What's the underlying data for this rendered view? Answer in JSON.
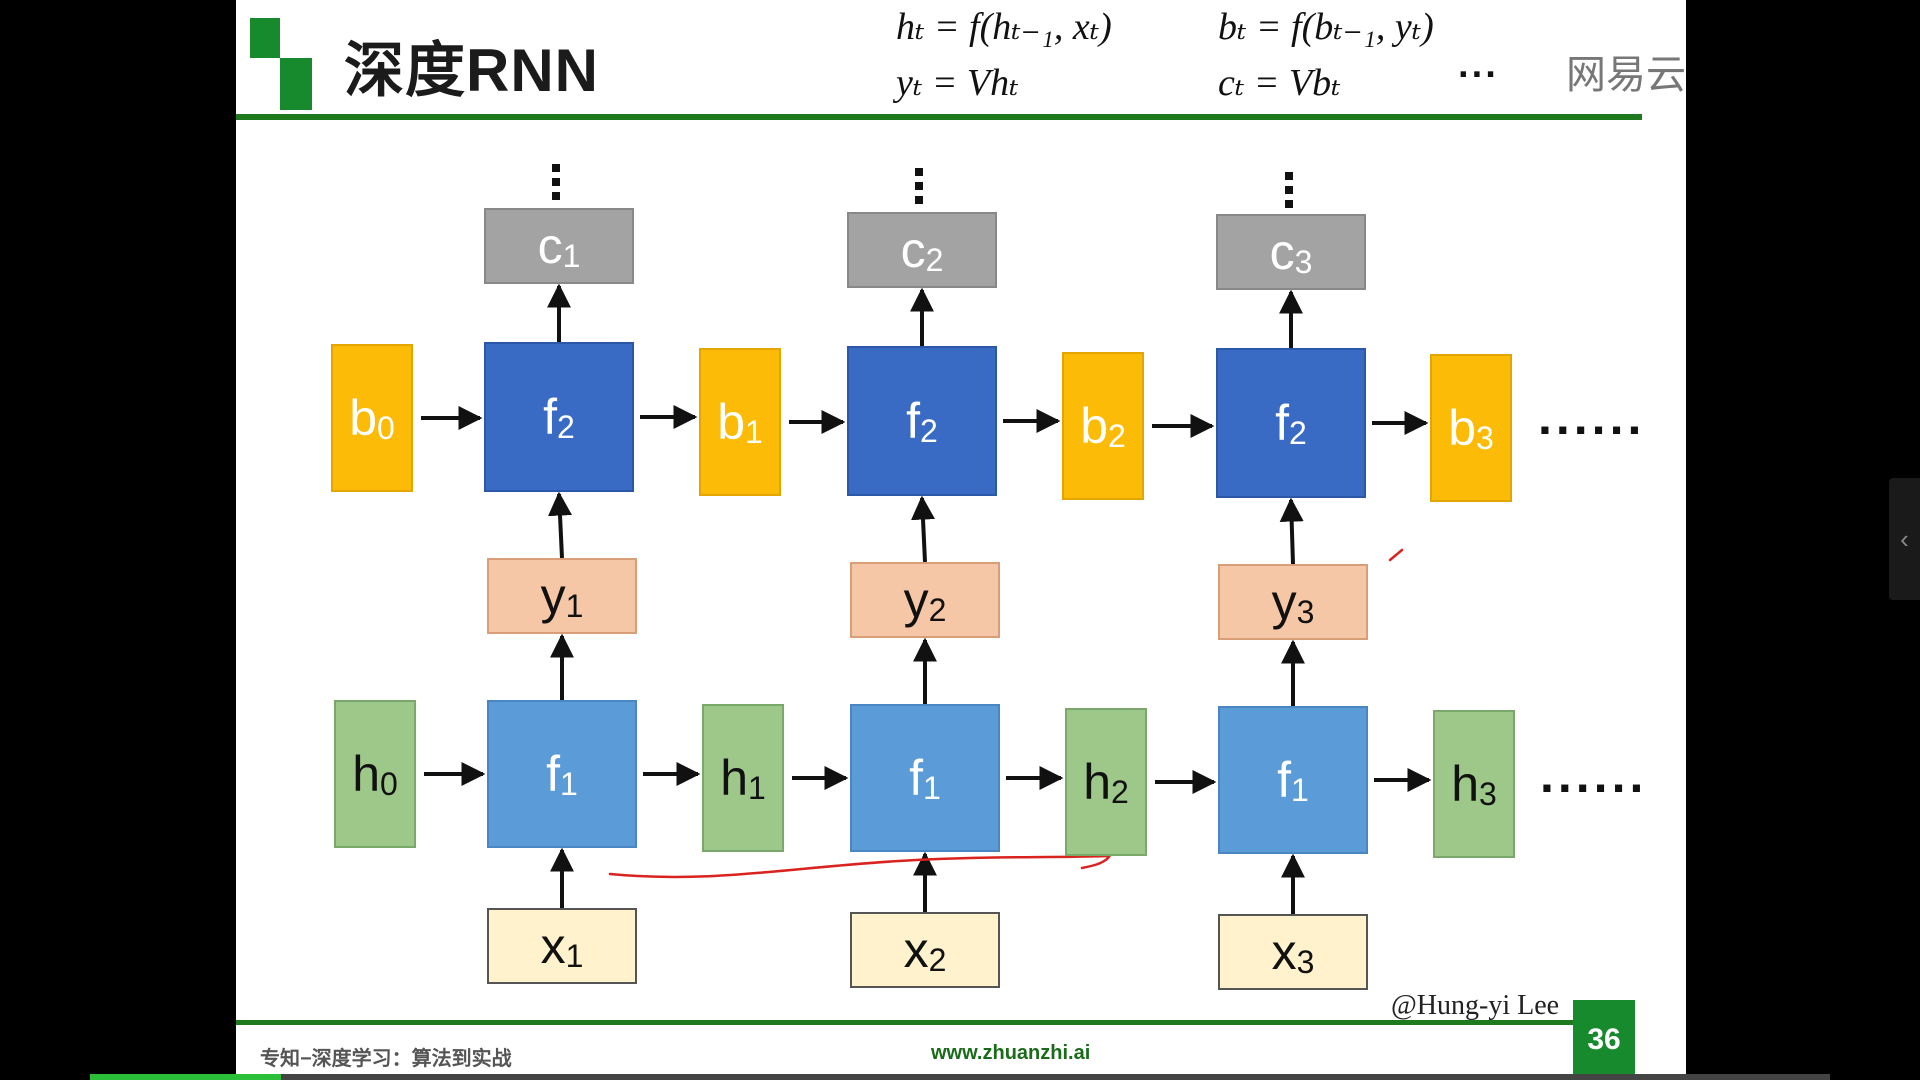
{
  "slide": {
    "title": "深度RNN",
    "equations": {
      "h": "hₜ = f(hₜ₋₁, xₜ)",
      "y": "yₜ = Vhₜ",
      "b": "bₜ = f(bₜ₋₁, yₜ)",
      "c": "cₜ = Vbₜ"
    },
    "watermark": "网易云",
    "credit": "@Hung-yi Lee",
    "page_number": "36",
    "footer_left": "专知−深度学习：算法到实战",
    "footer_mid": "www.zhuanzhi.ai"
  },
  "diagram": {
    "c_row": [
      {
        "base": "c",
        "sub": "1"
      },
      {
        "base": "c",
        "sub": "2"
      },
      {
        "base": "c",
        "sub": "3"
      }
    ],
    "f2_row": [
      {
        "base": "f",
        "sub": "2"
      },
      {
        "base": "f",
        "sub": "2"
      },
      {
        "base": "f",
        "sub": "2"
      }
    ],
    "b_row": [
      {
        "base": "b",
        "sub": "0"
      },
      {
        "base": "b",
        "sub": "1"
      },
      {
        "base": "b",
        "sub": "2"
      },
      {
        "base": "b",
        "sub": "3"
      }
    ],
    "y_row": [
      {
        "base": "y",
        "sub": "1"
      },
      {
        "base": "y",
        "sub": "2"
      },
      {
        "base": "y",
        "sub": "3"
      }
    ],
    "f1_row": [
      {
        "base": "f",
        "sub": "1"
      },
      {
        "base": "f",
        "sub": "1"
      },
      {
        "base": "f",
        "sub": "1"
      }
    ],
    "h_row": [
      {
        "base": "h",
        "sub": "0"
      },
      {
        "base": "h",
        "sub": "1"
      },
      {
        "base": "h",
        "sub": "2"
      },
      {
        "base": "h",
        "sub": "3"
      }
    ],
    "x_row": [
      {
        "base": "x",
        "sub": "1"
      },
      {
        "base": "x",
        "sub": "2"
      },
      {
        "base": "x",
        "sub": "3"
      }
    ],
    "continuation": "......"
  },
  "colors": {
    "brand_green": "#168a2c",
    "f2_blue": "#3a6bc4",
    "f1_blue": "#5b9bd8",
    "b_yellow": "#fbbb06",
    "h_green": "#9ec78a",
    "y_peach": "#f6c7a7",
    "x_cream": "#fff2cc",
    "c_gray": "#a3a3a3",
    "annotation_red": "#d9231f"
  },
  "player": {
    "side_tab_icon": "chevron-left-icon",
    "progress": 0.11
  }
}
